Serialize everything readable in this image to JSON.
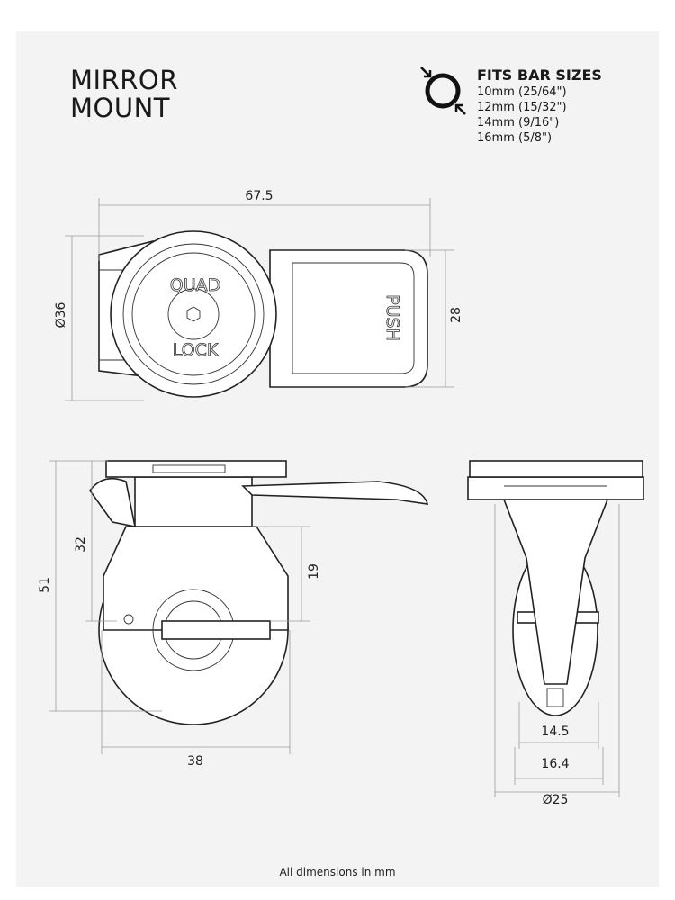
{
  "title": {
    "line1": "MIRROR",
    "line2": "MOUNT"
  },
  "fits": {
    "heading": "FITS BAR SIZES",
    "icon": "bar-size-ring-icon",
    "sizes": [
      "10mm (25/64\")",
      "12mm (15/32\")",
      "14mm (9/16\")",
      "16mm (5/8\")"
    ]
  },
  "logo": {
    "top": "QUAD",
    "bottom": "LOCK"
  },
  "lever_text": "PUSH",
  "dimensions": {
    "width_top": "67.5",
    "diameter_top": "Ø36",
    "arm_height": "28",
    "total_height": "51",
    "head_height": "32",
    "clamp_height": "19",
    "clamp_width": "38",
    "inner_width": "14.5",
    "outer_width": "16.4",
    "diameter_front": "Ø25"
  },
  "footer": "All dimensions in mm"
}
